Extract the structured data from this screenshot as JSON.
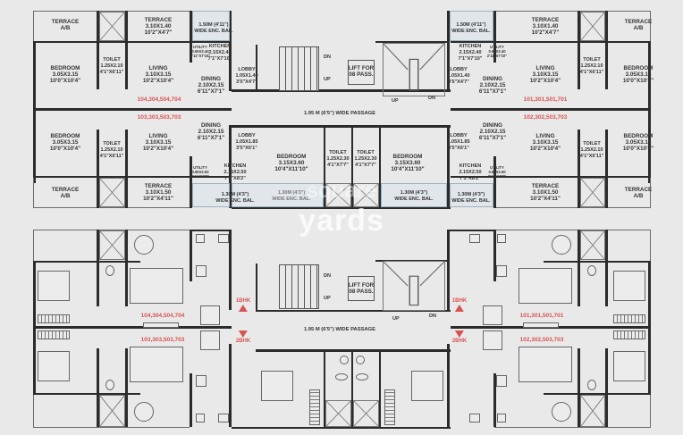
{
  "top_plan": {
    "left_wing": {
      "upper_unit": {
        "terrace_ab": "TERRACE\nA/B",
        "terrace": "TERRACE\n3.10X1.40\n10'2\"X4'7\"",
        "balcony": "1.50M (4'11\")\nWIDE ENC. BAL.",
        "bedroom": "BEDROOM\n3.05X3.15\n10'0\"X10'4\"",
        "toilet": "TOILET\n1.25X2.10\n4'1\"X6'11\"",
        "living": "LIVING\n3.10X3.15\n10'2\"X10'4\"",
        "utility": "UTILITY\n0.90X2.40\n2'11\"X7'10\"",
        "kitchen": "KITCHEN\n2.15X2.40\n7'1\"X7'10\"",
        "dining": "DINING\n2.10X2.15\n6'11\"X7'1\"",
        "lobby": "LOBBY\n1.05X1.40\n3'5\"X4'7\"",
        "unit_numbers": "104,304,504,704"
      },
      "lower_unit": {
        "unit_numbers": "103,303,503,703",
        "bedroom": "BEDROOM\n3.05X3.15\n10'0\"X10'4\"",
        "toilet": "TOILET\n1.25X2.10\n4'1\"X6'11\"",
        "living": "LIVING\n3.10X3.15\n10'2\"X10'4\"",
        "dining": "DINING\n2.10X2.15\n6'11\"X7'1\"",
        "lobby": "LOBBY\n1.05X1.85\n3'5\"X6'1\"",
        "utility": "UTILITY\n0.90X2.50\n2'11\"X8'2\"",
        "kitchen": "KITCHEN\n2.15X2.50\n7'1\"X8'2\"",
        "terrace_ab": "TERRACE\nA/B",
        "terrace": "TERRACE\n3.10X1.50\n10'2\"X4'11\"",
        "balcony": "1.30M (4'3\")\nWIDE ENC. BAL."
      }
    },
    "right_wing": {
      "upper_unit": {
        "terrace_ab": "TERRACE\nA/B",
        "terrace": "TERRACE\n3.10X1.40\n10'2\"X4'7\"",
        "balcony": "1.50M (4'11\")\nWIDE ENC. BAL.",
        "bedroom": "BEDROOM\n3.05X3.15\n10'0\"X10'4\"",
        "toilet": "TOILET\n1.25X2.10\n4'1\"X6'11\"",
        "living": "LIVING\n3.10X3.15\n10'2\"X10'4\"",
        "utility": "UTILITY\n0.90X2.40\n2'11\"X7'10\"",
        "kitchen": "KITCHEN\n2.15X2.40\n7'1\"X7'10\"",
        "dining": "DINING\n2.10X2.15\n6'11\"X7'1\"",
        "lobby": "LOBBY\n1.05X1.40\n3'5\"X4'7\"",
        "unit_numbers": "101,301,501,701"
      },
      "lower_unit": {
        "unit_numbers": "102,302,503,703",
        "bedroom": "BEDROOM\n3.05X3.15\n10'0\"X10'4\"",
        "toilet": "TOILET\n1.25X2.10\n4'1\"X6'11\"",
        "living": "LIVING\n3.10X3.15\n10'2\"X10'4\"",
        "dining": "DINING\n2.10X2.15\n6'11\"X7'1\"",
        "lobby": "LOBBY\n1.05X1.85\n3'5\"X6'1\"",
        "utility": "UTILITY\n0.90X2.50\n2'11\"X8'2\"",
        "kitchen": "KITCHEN\n2.15X2.50\n7'1\"X8'2\"",
        "terrace_ab": "TERRACE\nA/B",
        "terrace": "TERRACE\n3.10X1.50\n10'2\"X4'11\"",
        "balcony": "1.30M (4'3\")\nWIDE ENC. BAL."
      }
    },
    "core": {
      "stair_dn": "DN",
      "stair_up": "UP",
      "lift": "LIFT FOR\n08 PASS.",
      "stair2_up": "UP",
      "stair2_dn": "DN",
      "passage": "1.95 M (6'5\") WIDE PASSAGE",
      "bedroom_left": "BEDROOM\n3.15X3.60\n10'4\"X11'10\"",
      "toilet_left": "TOILET\n1.25X2.30\n4'1\"X7'7\"",
      "toilet_right": "TOILET\n1.25X2.30\n4'1\"X7'7\"",
      "bedroom_right": "BEDROOM\n3.15X3.60\n10'4\"X11'10\"",
      "balcony_left": "1.30M (4'3\")\nWIDE ENC. BAL.",
      "balcony_right": "1.30M (4'3\")\nWIDE ENC. BAL."
    }
  },
  "bottom_plan": {
    "unit_numbers": {
      "left_upper": "104,304,504,704",
      "left_lower": "103,303,503,703",
      "right_upper": "101,301,501,701",
      "right_lower": "102,302,503,703"
    },
    "bhk_labels": {
      "one": "1BHK",
      "two": "2BHK"
    },
    "core": {
      "stair_dn": "DN",
      "stair_up": "UP",
      "lift": "LIFT FOR\n08 PASS.",
      "stair2_up": "UP",
      "stair2_dn": "DN",
      "passage": "1.95 M (6'5\") WIDE PASSAGE"
    }
  },
  "watermark": {
    "line1": "square",
    "line2": "yards"
  },
  "colors": {
    "background": "#e9e9ea",
    "wall": "#2b2b2b",
    "accent_red": "#d9534f",
    "glass": "#9bb3c2"
  }
}
